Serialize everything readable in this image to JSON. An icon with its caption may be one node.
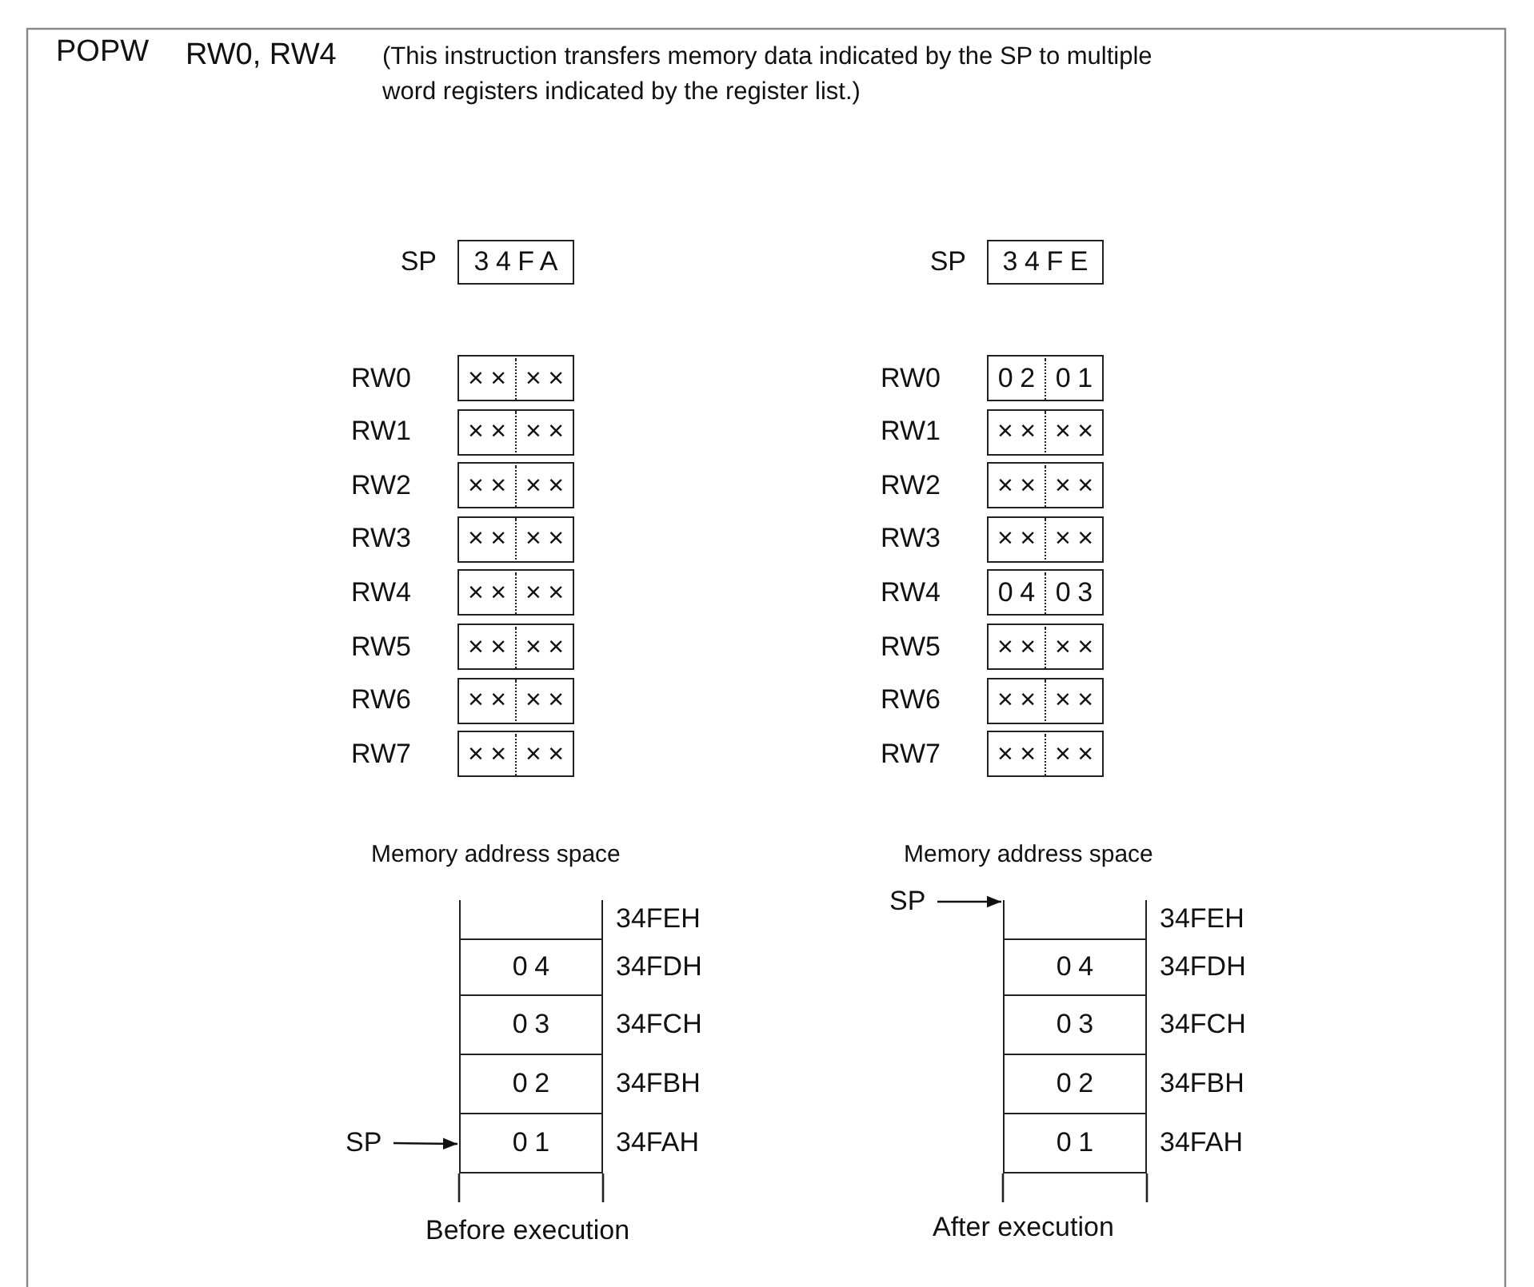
{
  "diagram": {
    "nodes": [
      {
        "text": [
          "34FA"
        ],
        "beside": [
          "SP"
        ]
      },
      {
        "text": [
          "××",
          "××"
        ],
        "beside": [
          "RW0"
        ]
      },
      {
        "text": [
          "××",
          "××"
        ],
        "beside": [
          "RW1"
        ]
      },
      {
        "text": [
          "××",
          "××"
        ],
        "beside": [
          "RW2"
        ]
      },
      {
        "text": [
          "××",
          "××"
        ],
        "beside": [
          "RW3"
        ]
      },
      {
        "text": [
          "××",
          "××"
        ],
        "beside": [
          "RW4"
        ]
      },
      {
        "text": [
          "××",
          "××"
        ],
        "beside": [
          "RW5"
        ]
      },
      {
        "text": [
          "××",
          "××"
        ],
        "beside": [
          "RW6"
        ]
      },
      {
        "text": [
          "××",
          "××"
        ],
        "beside": [
          "RW7"
        ]
      },
      {
        "text": [],
        "shape": "box",
        "beside": [
          "34FEH"
        ]
      },
      {
        "text": [
          "04"
        ],
        "beside": [
          "34FDH"
        ]
      },
      {
        "text": [
          "03"
        ],
        "beside": [
          "34FCH"
        ]
      },
      {
        "text": [
          "02"
        ],
        "beside": [
          "34FBH"
        ]
      },
      {
        "text": [
          "01"
        ],
        "beside": [
          "34FAH"
        ]
      },
      {
        "text": [
          "SP"
        ]
      },
      {
        "text": [
          "34FE"
        ],
        "beside": [
          "SP"
        ]
      },
      {
        "text": [
          "02",
          "01"
        ],
        "beside": [
          "RW0"
        ]
      },
      {
        "text": [
          "××",
          "××"
        ],
        "beside": [
          "RW1"
        ]
      },
      {
        "text": [
          "××",
          "××"
        ],
        "beside": [
          "RW2"
        ]
      },
      {
        "text": [
          "××",
          "××"
        ],
        "beside": [
          "RW3"
        ]
      },
      {
        "text": [
          "04",
          "03"
        ],
        "beside": [
          "RW4"
        ]
      },
      {
        "text": [
          "××",
          "××"
        ],
        "beside": [
          "RW5"
        ]
      },
      {
        "text": [
          "××",
          "××"
        ],
        "beside": [
          "RW6"
        ]
      },
      {
        "text": [
          "××",
          "××"
        ],
        "beside": [
          "RW7"
        ]
      },
      {
        "text": [],
        "shape": "box",
        "beside": [
          "34FEH"
        ]
      },
      {
        "text": [
          "04"
        ],
        "beside": [
          "34FDH"
        ]
      },
      {
        "text": [
          "03"
        ],
        "beside": [
          "34FCH"
        ]
      },
      {
        "text": [
          "02"
        ],
        "beside": [
          "34FBH"
        ]
      },
      {
        "text": [
          "01"
        ],
        "beside": [
          "34FAH"
        ]
      },
      {
        "text": [
          "SP"
        ]
      }
    ],
    "edges": [
      {
        "from": 14,
        "to": 13,
        "arrow": "to"
      },
      {
        "from": 29,
        "to": 24,
        "arrow": "to"
      }
    ],
    "labels": [
      "POPW",
      "RW0, RW4",
      "(This instruction transfers memory data indicated by the SP to multiple word registers indicated by the register list.)",
      "Memory address space",
      "Before execution",
      "Memory address space",
      "After execution"
    ]
  }
}
